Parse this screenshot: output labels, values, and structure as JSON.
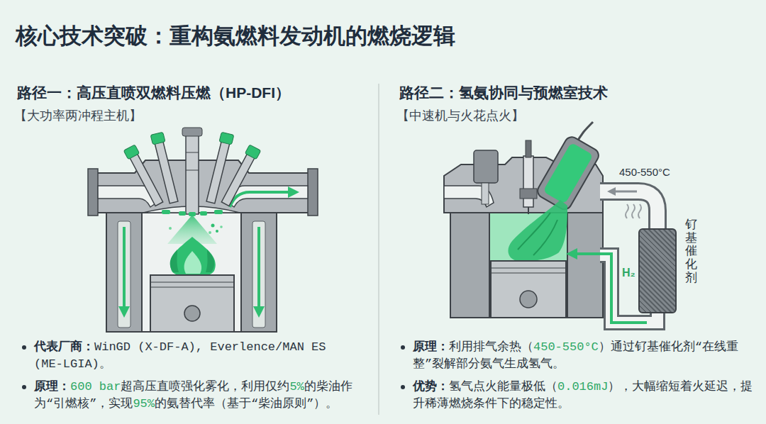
{
  "diagram": {
    "title": "核心技术突破：重构氨燃料发动机的燃烧逻辑",
    "nodes": [
      {
        "text": [
          "钌基催化剂"
        ]
      }
    ],
    "labels": [
      "路径一：高压直喷双燃料压燃（HP-DFI）",
      "【大功率两冲程主机】",
      "代表厂商：",
      "WinGD (X-DF-A), Everlence/MAN ES (ME-LGIA)。",
      "原理：",
      "600 bar",
      "超高压直喷强化雾化，利用仅约",
      "5%",
      "的柴油作为“引燃核”，实现",
      "95%",
      "的氨替代率（基于“柴油原则”）。",
      "路径二：氢氨协同与预燃室技术",
      "【中速机与火花点火】",
      "450-550°C",
      "H₂",
      "原理：",
      "利用排气余热（",
      "450-550°C",
      "）通过钌基催化剂“在线重整”裂解部分氨气生成氢气。",
      "优势：",
      "氢气点火能量极低（",
      "0.016mJ",
      "），大幅缩短着火延迟，提升稀薄燃烧条件下的稳定性。"
    ]
  }
}
